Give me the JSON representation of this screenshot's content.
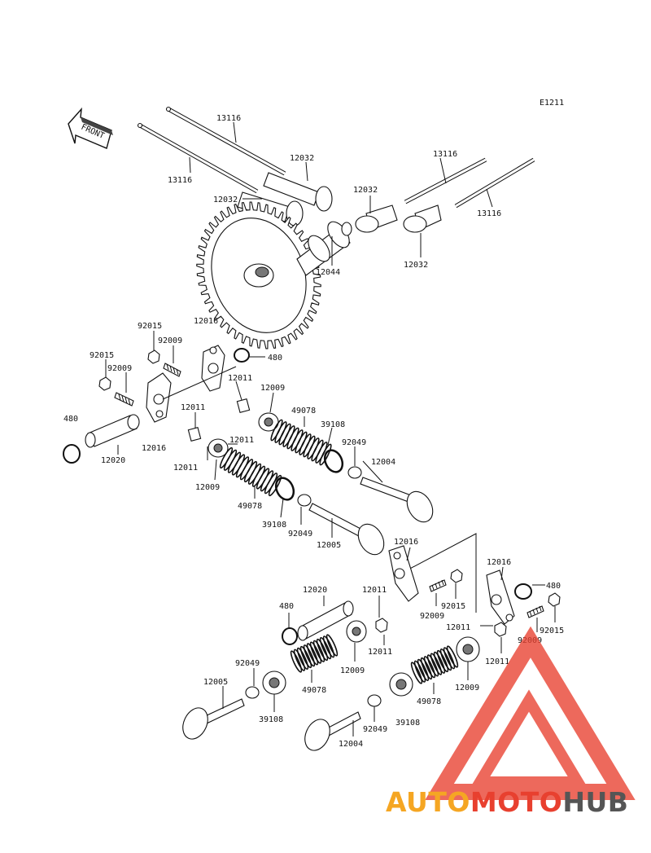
{
  "diagram": {
    "ref_code": "E1211",
    "front_arrow_label": "FRONT",
    "labels": [
      {
        "id": "lbl-13116-a",
        "text": "13116"
      },
      {
        "id": "lbl-13116-b",
        "text": "13116"
      },
      {
        "id": "lbl-12032-a",
        "text": "12032"
      },
      {
        "id": "lbl-12032-b",
        "text": "12032"
      },
      {
        "id": "lbl-13116-c",
        "text": "13116"
      },
      {
        "id": "lbl-12032-c",
        "text": "12032"
      },
      {
        "id": "lbl-13116-d",
        "text": "13116"
      },
      {
        "id": "lbl-12044",
        "text": "12044"
      },
      {
        "id": "lbl-12032-d",
        "text": "12032"
      },
      {
        "id": "lbl-92015-a",
        "text": "92015"
      },
      {
        "id": "lbl-12016-a",
        "text": "12016"
      },
      {
        "id": "lbl-92009-a",
        "text": "92009"
      },
      {
        "id": "lbl-92015-b",
        "text": "92015"
      },
      {
        "id": "lbl-480-a",
        "text": "480"
      },
      {
        "id": "lbl-92009-b",
        "text": "92009"
      },
      {
        "id": "lbl-12011-a",
        "text": "12011"
      },
      {
        "id": "lbl-12009-a",
        "text": "12009"
      },
      {
        "id": "lbl-12011-b",
        "text": "12011"
      },
      {
        "id": "lbl-49078-a",
        "text": "49078"
      },
      {
        "id": "lbl-39108-a",
        "text": "39108"
      },
      {
        "id": "lbl-480-b",
        "text": "480"
      },
      {
        "id": "lbl-12016-b",
        "text": "12016"
      },
      {
        "id": "lbl-12011-c",
        "text": "12011"
      },
      {
        "id": "lbl-92049-a",
        "text": "92049"
      },
      {
        "id": "lbl-12020-a",
        "text": "12020"
      },
      {
        "id": "lbl-12004-a",
        "text": "12004"
      },
      {
        "id": "lbl-12011-d",
        "text": "12011"
      },
      {
        "id": "lbl-12009-b",
        "text": "12009"
      },
      {
        "id": "lbl-49078-b",
        "text": "49078"
      },
      {
        "id": "lbl-39108-b",
        "text": "39108"
      },
      {
        "id": "lbl-92049-b",
        "text": "92049"
      },
      {
        "id": "lbl-12005-a",
        "text": "12005"
      },
      {
        "id": "lbl-12016-c",
        "text": "12016"
      },
      {
        "id": "lbl-12016-d",
        "text": "12016"
      },
      {
        "id": "lbl-12020-b",
        "text": "12020"
      },
      {
        "id": "lbl-12011-e",
        "text": "12011"
      },
      {
        "id": "lbl-480-c",
        "text": "480"
      },
      {
        "id": "lbl-92009-c",
        "text": "92009"
      },
      {
        "id": "lbl-92015-c",
        "text": "92015"
      },
      {
        "id": "lbl-480-d",
        "text": "480"
      },
      {
        "id": "lbl-12011-f",
        "text": "12011"
      },
      {
        "id": "lbl-92015-d",
        "text": "92015"
      },
      {
        "id": "lbl-12011-g",
        "text": "12011"
      },
      {
        "id": "lbl-92009-d",
        "text": "92009"
      },
      {
        "id": "lbl-12009-c",
        "text": "12009"
      },
      {
        "id": "lbl-12011-h",
        "text": "12011"
      },
      {
        "id": "lbl-92049-c",
        "text": "92049"
      },
      {
        "id": "lbl-12005-b",
        "text": "12005"
      },
      {
        "id": "lbl-49078-c",
        "text": "49078"
      },
      {
        "id": "lbl-12009-d",
        "text": "12009"
      },
      {
        "id": "lbl-39108-c",
        "text": "39108"
      },
      {
        "id": "lbl-49078-d",
        "text": "49078"
      },
      {
        "id": "lbl-39108-d",
        "text": "39108"
      },
      {
        "id": "lbl-92049-d",
        "text": "92049"
      },
      {
        "id": "lbl-12004-b",
        "text": "12004"
      }
    ]
  },
  "watermark": {
    "word_a": "AUTO",
    "word_b": "MOTO",
    "word_c": "HUB",
    "color_a": "#f5a623",
    "color_b": "#e8402f",
    "color_c": "#555555",
    "logo_color": "#e8402f"
  }
}
